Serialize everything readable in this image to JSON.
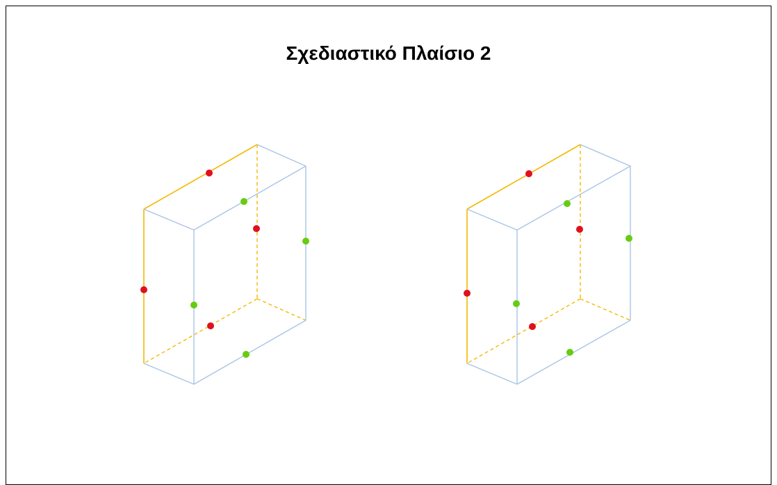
{
  "title": "Σχεδιαστικό Πλαίσιο 2",
  "colors": {
    "highlight_edge": "#f5b800",
    "normal_edge": "#a9c4e6",
    "red_point": "#e0101e",
    "green_point": "#66cc11",
    "frame": "#000000"
  },
  "figures": [
    {
      "name": "box-left"
    },
    {
      "name": "box-right"
    }
  ]
}
